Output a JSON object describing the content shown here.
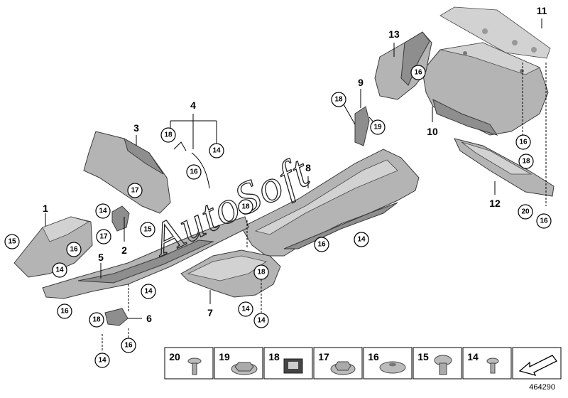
{
  "diagram": {
    "document_number": "464290",
    "watermark": "AutoSoft",
    "part_labels": {
      "p1": "1",
      "p2": "2",
      "p3": "3",
      "p4": "4",
      "p5": "5",
      "p6": "6",
      "p7": "7",
      "p8": "8",
      "p9": "9",
      "p10": "10",
      "p11": "11",
      "p12": "12",
      "p13": "13"
    },
    "callouts": {
      "c15a": "15",
      "c16a": "16",
      "c14a": "14",
      "c14b": "14",
      "c17a": "17",
      "c17b": "17",
      "c15b": "15",
      "c14c": "14",
      "c16b": "16",
      "c18a": "18",
      "c14d": "14",
      "c16c": "16",
      "c18b": "18",
      "c14e": "14",
      "c16d": "16",
      "c18c": "18",
      "c16e": "16",
      "c14f": "14",
      "c18d": "18",
      "c14g": "14",
      "c14h": "14",
      "c18e": "18",
      "c19a": "19",
      "c16f": "16",
      "c16g": "16",
      "c18f": "18",
      "c20a": "20",
      "c16h": "16",
      "c14i": "14"
    },
    "legend": [
      {
        "number": "20",
        "icon": "screw-with-washer"
      },
      {
        "number": "19",
        "icon": "hex-nut-with-flange"
      },
      {
        "number": "18",
        "icon": "spring-nut-clip"
      },
      {
        "number": "17",
        "icon": "hex-nut-with-washer"
      },
      {
        "number": "16",
        "icon": "flat-washer-nut"
      },
      {
        "number": "15",
        "icon": "expanding-rivet"
      },
      {
        "number": "14",
        "icon": "expanding-rivet-small"
      },
      {
        "number": "",
        "icon": "arrow-marker"
      }
    ]
  }
}
